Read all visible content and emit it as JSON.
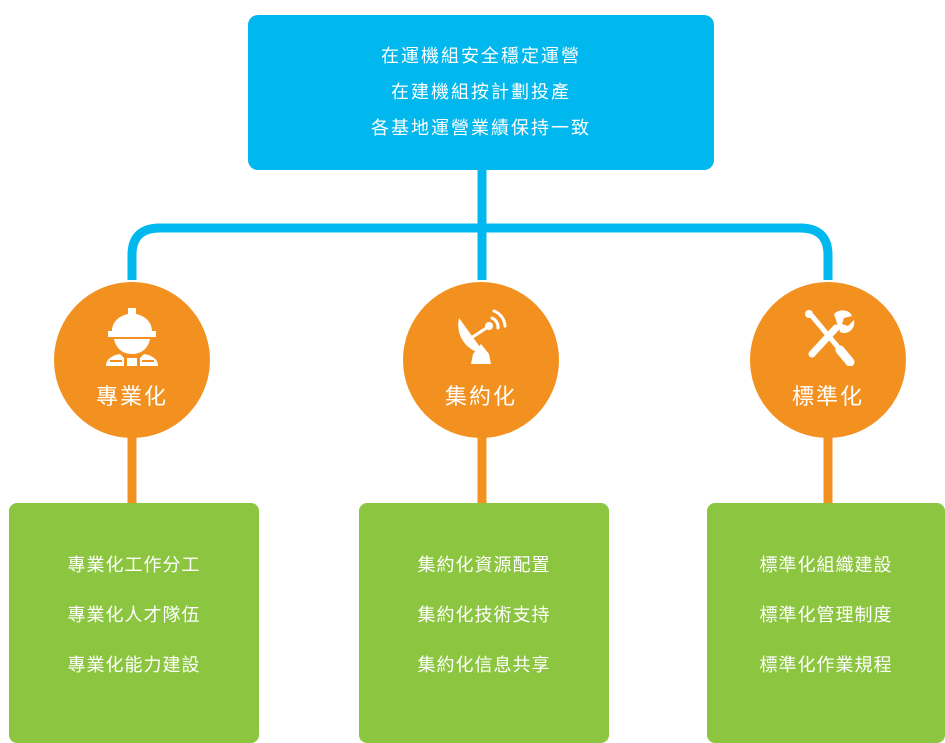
{
  "top": {
    "lines": [
      "在運機組安全穩定運營",
      "在建機組按計劃投產",
      "各基地運營業績保持一致"
    ]
  },
  "pillars": [
    {
      "title": "專業化",
      "icon": "worker-hardhat-icon",
      "items": [
        "專業化工作分工",
        "專業化人才隊伍",
        "專業化能力建設"
      ]
    },
    {
      "title": "集約化",
      "icon": "satellite-dish-icon",
      "items": [
        "集約化資源配置",
        "集約化技術支持",
        "集約化信息共享"
      ]
    },
    {
      "title": "標準化",
      "icon": "tools-icon",
      "items": [
        "標準化組織建設",
        "標準化管理制度",
        "標準化作業規程"
      ]
    }
  ],
  "colors": {
    "blue": "#00b7ee",
    "orange": "#f39120",
    "green": "#8cc640",
    "white": "#ffffff"
  }
}
